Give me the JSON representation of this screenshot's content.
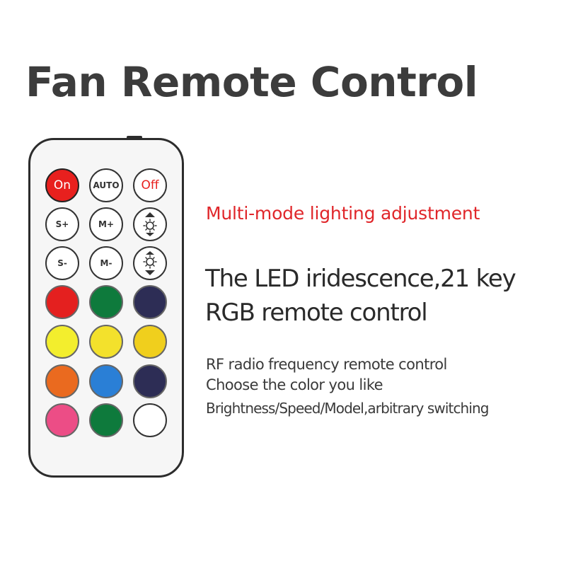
{
  "title": "Fan Remote Control",
  "remote": {
    "keys": [
      {
        "id": "on",
        "label": "On",
        "fill": "#e8201e",
        "text_color": "#ffffff"
      },
      {
        "id": "auto",
        "label": "AUTO",
        "fill": "#ffffff",
        "text_color": "#333333"
      },
      {
        "id": "off",
        "label": "Off",
        "fill": "#ffffff",
        "text_color": "#e8201e"
      },
      {
        "id": "speed-up",
        "label": "S+",
        "fill": "#ffffff",
        "text_color": "#333333"
      },
      {
        "id": "mode-up",
        "label": "M+",
        "fill": "#ffffff",
        "text_color": "#333333"
      },
      {
        "id": "brightness-up",
        "icon": "brightness-up-icon",
        "fill": "#ffffff"
      },
      {
        "id": "speed-down",
        "label": "S-",
        "fill": "#ffffff",
        "text_color": "#333333"
      },
      {
        "id": "mode-down",
        "label": "M-",
        "fill": "#ffffff",
        "text_color": "#333333"
      },
      {
        "id": "brightness-down",
        "icon": "brightness-down-icon",
        "fill": "#ffffff"
      }
    ],
    "color_keys": [
      "#e4201f",
      "#0e7a3c",
      "#2d2d55",
      "#f3ee2d",
      "#f3e12c",
      "#f0cf1d",
      "#ea6a1f",
      "#2a7fd6",
      "#2d2d55",
      "#ec4d86",
      "#0e7a3c",
      "#ffffff"
    ]
  },
  "features": {
    "headline": "Multi-mode lighting adjustment",
    "line1": "The LED iridescence,21 key",
    "line2": "RGB remote control",
    "detail1": "RF radio frequency remote control",
    "detail2": "Choose the color you like",
    "detail3": "Brightness/Speed/Model,arbitrary switching"
  }
}
